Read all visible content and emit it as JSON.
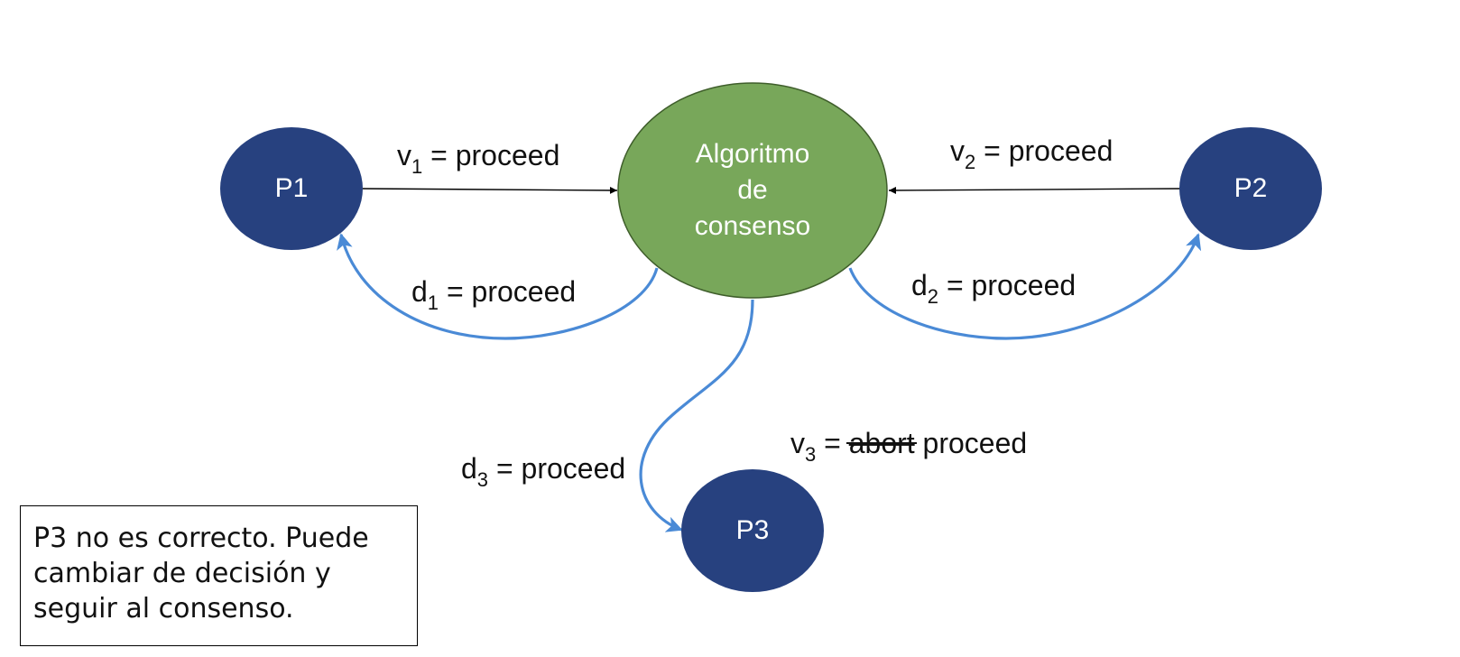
{
  "colors": {
    "process_node": "#27417f",
    "consensus_node": "#78a75a",
    "consensus_border": "#3f5e2b",
    "decision_arrow": "#4a8ad6",
    "value_arrow": "#000000",
    "node_text": "#ffffff"
  },
  "nodes": {
    "p1": "P1",
    "p2": "P2",
    "p3": "P3",
    "consensus": [
      "Algoritmo",
      "de",
      "consenso"
    ]
  },
  "edges": {
    "v1": {
      "var": "v",
      "sub": "1",
      "rest": " = proceed"
    },
    "v2": {
      "var": "v",
      "sub": "2",
      "rest": " = proceed"
    },
    "d1": {
      "var": "d",
      "sub": "1",
      "rest": " = proceed"
    },
    "d2": {
      "var": "d",
      "sub": "2",
      "rest": " = proceed"
    },
    "d3": {
      "var": "d",
      "sub": "3",
      "rest": " = proceed"
    },
    "v3": {
      "var": "v",
      "sub": "3",
      "eq": " = ",
      "struck": "abort",
      "rest": " proceed"
    }
  },
  "note": "P3 no es correcto. Puede cambiar de decisión y seguir al consenso."
}
